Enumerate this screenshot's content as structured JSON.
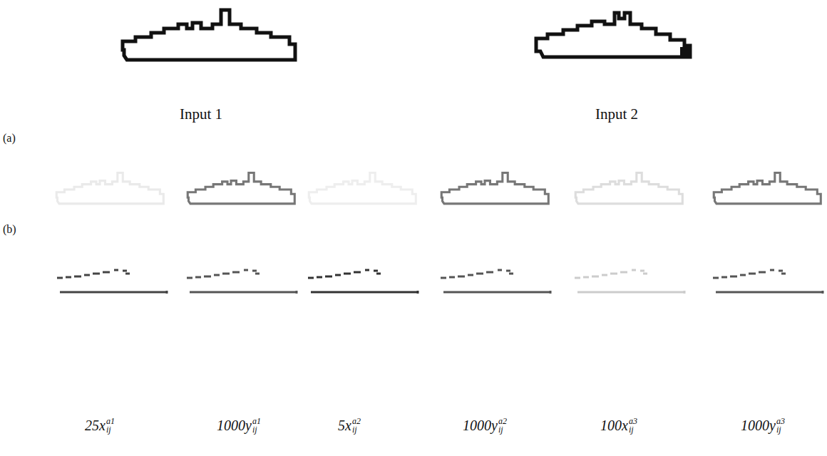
{
  "diagram": {
    "labels": [
      "Input 1",
      "Input 2",
      "(a)",
      "(b)",
      "25x",
      "a1",
      "ij",
      "1000y",
      "a1",
      "ij",
      "5x",
      "a2",
      "ij",
      "1000y",
      "a2",
      "ij",
      "100x",
      "a3",
      "ij",
      "1000y",
      "a3",
      "ij"
    ]
  }
}
